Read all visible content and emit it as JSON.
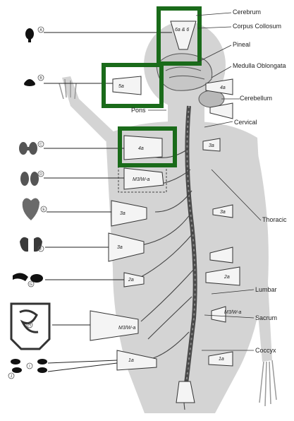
{
  "labels": {
    "cerebrum": "Cerebrum",
    "corpus_collosum": "Corpus Collosum",
    "pineal": "Pineal",
    "medulla": "Medulla Oblongata",
    "cerebellum": "Cerebellum",
    "pons": "Pons",
    "cervical": "Cervical",
    "thoracic": "Thoracic",
    "lumbar": "Lumbar",
    "sacrum": "Sacrum",
    "coccyx": "Coccyx"
  },
  "cone_labels": {
    "c1": "6a & 6",
    "c2": "5a",
    "c3": "4a",
    "c4": "M3/W-a",
    "c5": "3a",
    "c6": "3a",
    "c7": "2a",
    "c8": "M3/W-a",
    "c9": "1a",
    "c10": "4a",
    "c11": "3a",
    "c12": "3a",
    "c13": "2a",
    "c14": "M3/W-a",
    "c15": "1a"
  },
  "organ_tags": [
    "A",
    "B",
    "C",
    "D",
    "E",
    "F",
    "G",
    "H",
    "I",
    "J"
  ],
  "highlight_color": "#1a6b1a",
  "icons": [
    "pituitary-icon",
    "pineal-icon",
    "thyroid-icon",
    "adrenal-icon",
    "heart-icon",
    "lungs-icon",
    "pancreas-icon",
    "intestine-icon",
    "gonads-icon"
  ]
}
